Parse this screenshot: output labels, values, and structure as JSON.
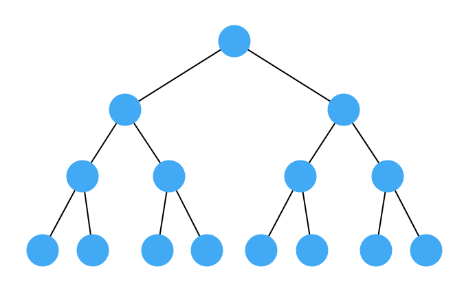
{
  "diagram": {
    "type": "binary-tree",
    "depth": 4,
    "colors": {
      "node_fill": "#42A9F5",
      "edge_stroke": "#000000",
      "background": "#ffffff"
    },
    "nodes": [
      {
        "id": "n0",
        "level": 0
      },
      {
        "id": "n1",
        "level": 1
      },
      {
        "id": "n2",
        "level": 1
      },
      {
        "id": "n3",
        "level": 2
      },
      {
        "id": "n4",
        "level": 2
      },
      {
        "id": "n5",
        "level": 2
      },
      {
        "id": "n6",
        "level": 2
      },
      {
        "id": "n7",
        "level": 3
      },
      {
        "id": "n8",
        "level": 3
      },
      {
        "id": "n9",
        "level": 3
      },
      {
        "id": "n10",
        "level": 3
      },
      {
        "id": "n11",
        "level": 3
      },
      {
        "id": "n12",
        "level": 3
      },
      {
        "id": "n13",
        "level": 3
      },
      {
        "id": "n14",
        "level": 3
      }
    ],
    "edges": [
      [
        "n0",
        "n1"
      ],
      [
        "n0",
        "n2"
      ],
      [
        "n1",
        "n3"
      ],
      [
        "n1",
        "n4"
      ],
      [
        "n2",
        "n5"
      ],
      [
        "n2",
        "n6"
      ],
      [
        "n3",
        "n7"
      ],
      [
        "n3",
        "n8"
      ],
      [
        "n4",
        "n9"
      ],
      [
        "n4",
        "n10"
      ],
      [
        "n5",
        "n11"
      ],
      [
        "n5",
        "n12"
      ],
      [
        "n6",
        "n13"
      ],
      [
        "n6",
        "n14"
      ]
    ]
  }
}
